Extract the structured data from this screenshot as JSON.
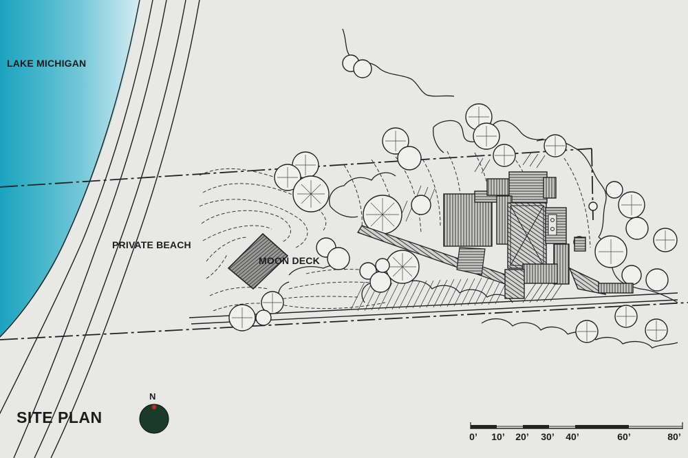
{
  "labels": {
    "lake": "LAKE MICHIGAN",
    "beach": "PRIVATE BEACH",
    "deck": "MOON DECK",
    "title": "SITE PLAN",
    "north": "N"
  },
  "scale_bar": {
    "ticks": [
      "0’",
      "10’",
      "20’",
      "30’",
      "40’",
      "60’",
      "80’"
    ]
  },
  "icons": {
    "north": "north-arrow-icon",
    "tree": "tree-canopy-icon"
  },
  "colors": {
    "water_deep": "#1aa3bf",
    "water_light": "#d8eef2",
    "background": "#e8e8e6",
    "line": "#222222",
    "north_marker": "#c0282d"
  }
}
